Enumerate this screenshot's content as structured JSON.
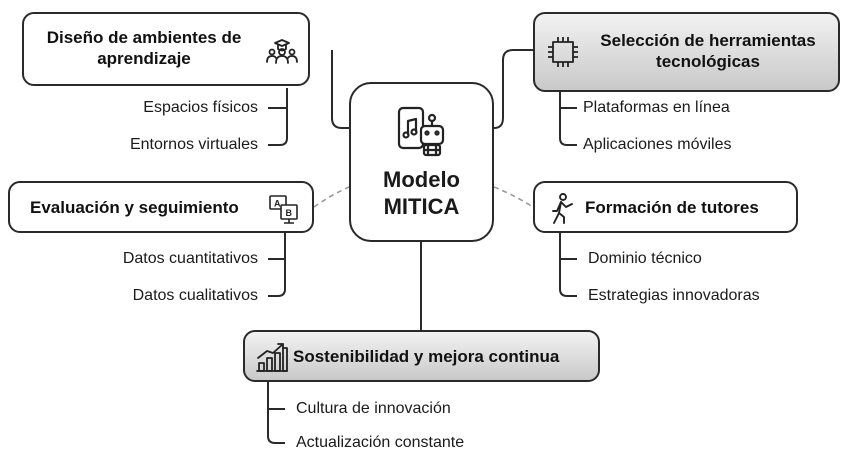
{
  "center": {
    "title_line1": "Modelo",
    "title_line2": "MITICA"
  },
  "nodes": {
    "diseno": {
      "title_line1": "Diseño de ambientes de",
      "title_line2": "aprendizaje",
      "items": [
        "Espacios físicos",
        "Entornos virtuales"
      ],
      "icon": "people-graduation-icon"
    },
    "seleccion": {
      "title_line1": "Selección de herramientas",
      "title_line2": "tecnológicas",
      "items": [
        "Plataformas en línea",
        "Aplicaciones móviles"
      ],
      "icon": "chip-icon"
    },
    "evaluacion": {
      "title": "Evaluación y seguimiento",
      "items": [
        "Datos cuantitativos",
        "Datos cualitativos"
      ],
      "icon": "ab-test-icon"
    },
    "formacion": {
      "title": "Formación de tutores",
      "items": [
        "Dominio técnico",
        "Estrategias innovadoras"
      ],
      "icon": "person-pointing-icon"
    },
    "sostenibilidad": {
      "title": "Sostenibilidad y mejora continua",
      "items": [
        "Cultura de innovación",
        "Actualización constante"
      ],
      "icon": "growth-chart-icon"
    }
  },
  "colors": {
    "border": "#2a2a2a",
    "shaded_top": "#f2f2f2",
    "shaded_bottom": "#c9c9c9",
    "line": "#2a2a2a",
    "dashed": "#9a9a9a"
  }
}
